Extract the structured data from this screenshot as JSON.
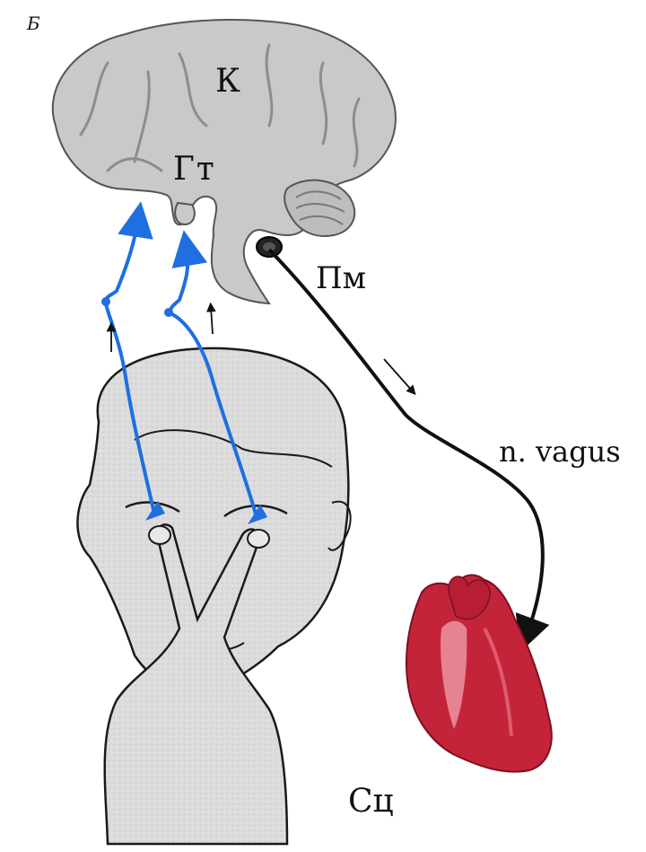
{
  "labels": {
    "panel": "Б",
    "cortex": "К",
    "hypothalamus": "Гт",
    "medulla": "Пм",
    "vagus": "n. vagus",
    "heart": "Сц"
  },
  "colors": {
    "afferent": "#1f6fe0",
    "efferent": "#111111",
    "brain_fill": "#c9c9c9",
    "head_fill": "#dedede",
    "heart_fill": "#c4243a",
    "heart_highlight": "#f2a3ad",
    "outline": "#1a1a1a"
  },
  "icons": {
    "brain": "brain-sagittal",
    "head": "head-with-fingers-on-eyes",
    "heart": "heart"
  }
}
